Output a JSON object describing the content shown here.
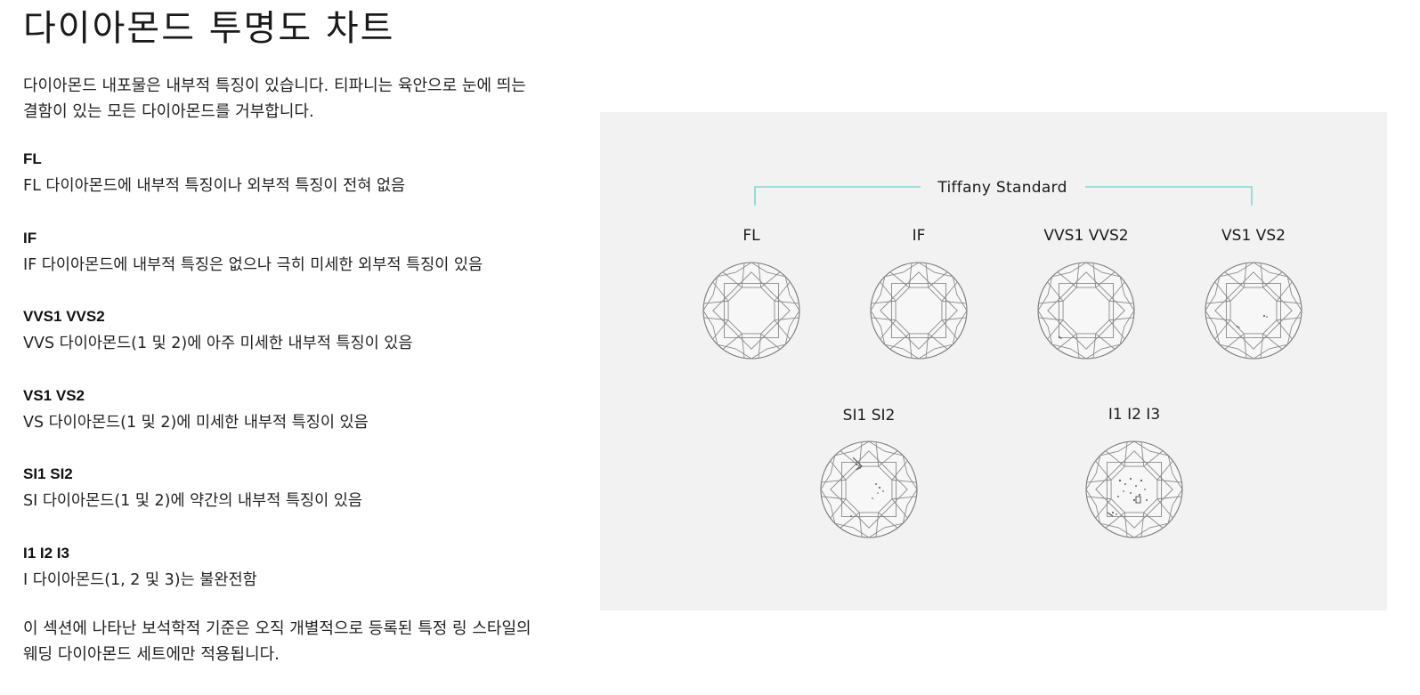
{
  "page": {
    "title": "다이아몬드 투명도 차트",
    "intro": "다이아몬드 내포물은 내부적 특징이 있습니다. 티파니는 육안으로 눈에 띄는 결함이 있는 모든 다이아몬드를 거부합니다.",
    "footnote": "이 섹션에 나타난 보석학적 기준은 오직 개별적으로 등록된 특정 링 스타일의 웨딩 다이아몬드 세트에만 적용됩니다."
  },
  "grades": [
    {
      "name": "FL",
      "description": "FL 다이아몬드에 내부적 특징이나 외부적 특징이 전혀 없음"
    },
    {
      "name": "IF",
      "description": "IF 다이아몬드에 내부적 특징은 없으나 극히 미세한 외부적 특징이 있음"
    },
    {
      "name": "VVS1 VVS2",
      "description": "VVS 다이아몬드(1 및 2)에 아주 미세한 내부적 특징이 있음"
    },
    {
      "name": "VS1 VS2",
      "description": "VS 다이아몬드(1 및 2)에 미세한 내부적 특징이 있음"
    },
    {
      "name": "SI1 SI2",
      "description": "SI 다이아몬드(1 및 2)에 약간의 내부적 특징이 있음"
    },
    {
      "name": "I1 I2 I3",
      "description": "I 다이아몬드(1, 2 및 3)는 불완전함"
    }
  ],
  "diagram": {
    "standard_label": "Tiffany Standard",
    "accent_color": "#81d8d0",
    "panel_color": "#f2f2f2",
    "diamonds": [
      {
        "label": "FL",
        "inclusions": "none"
      },
      {
        "label": "IF",
        "inclusions": "none"
      },
      {
        "label": "VVS1 VVS2",
        "inclusions": "very-slight"
      },
      {
        "label": "VS1 VS2",
        "inclusions": "slight"
      },
      {
        "label": "SI1 SI2",
        "inclusions": "visible"
      },
      {
        "label": "I1 I2 I3",
        "inclusions": "heavy"
      }
    ]
  }
}
